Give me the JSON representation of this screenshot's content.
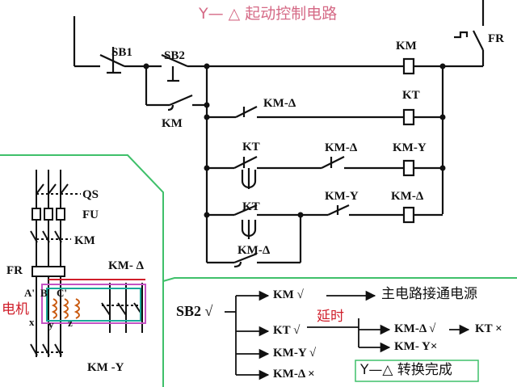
{
  "title": "Y— △ 起动控制电路",
  "ctrl": {
    "sb1": "SB1",
    "sb2": "SB2",
    "km_top": "KM",
    "fr": "FR",
    "km_hold": "KM",
    "km_delta_nc": "KM-Δ",
    "kt_coil": "KT",
    "kt_nc": "KT",
    "km_delta_nc2": "KM-Δ",
    "km_y_coil": "KM-Y",
    "kt_no": "KT",
    "km_y_no": "KM-Y",
    "km_delta_coil": "KM-Δ",
    "km_delta_no": "KM-Δ"
  },
  "main": {
    "qs": "QS",
    "fu": "FU",
    "km": "KM",
    "fr": "FR",
    "km_delta": "KM- Δ",
    "motor": "电机",
    "a": "A'",
    "b": "B'",
    "c": "C'",
    "x": "x",
    "y": "y",
    "z": "z",
    "km_y": "KM -Y"
  },
  "seq": {
    "sb2": "SB2 √",
    "km": "KM √",
    "main_power": "主电路接通电源",
    "kt": "KT √",
    "delay": "延时",
    "km_delta_x1": "KM-Δ √",
    "kt_x": "KT ×",
    "km_y": "KM-Y √",
    "km_y_x": "KM- Y×",
    "km_delta_x": "KM-Δ ×",
    "transition": "Y—△ 转换完成"
  },
  "colors": {
    "title": "#d56a86",
    "frame": "#3fc06a",
    "link_red": "#d01e2a",
    "link_green": "#1aa89a",
    "link_magenta": "#c452c4"
  }
}
